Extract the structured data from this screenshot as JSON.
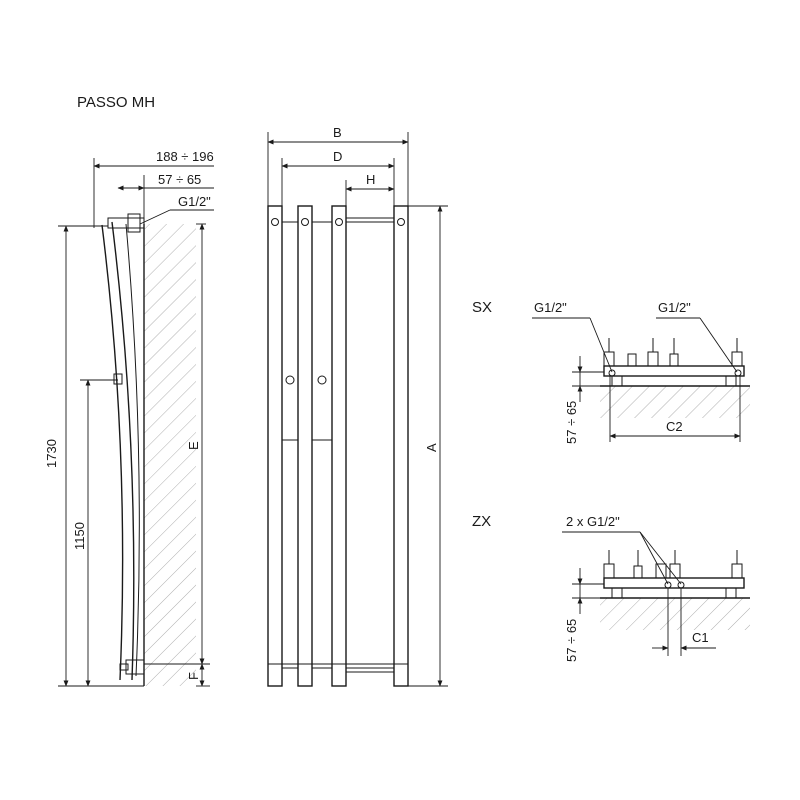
{
  "title": "PASSO MH",
  "side_view": {
    "dim_top_1": "188 ÷ 196",
    "dim_top_2": "57 ÷ 65",
    "connection": "G1/2\"",
    "height_total": "1730",
    "height_mount": "1150",
    "label_e": "E",
    "label_f": "F"
  },
  "front_view": {
    "label_b": "B",
    "label_d": "D",
    "label_h": "H",
    "label_a": "A"
  },
  "sx_view": {
    "tag": "SX",
    "conn_left": "G1/2\"",
    "conn_right": "G1/2\"",
    "depth": "57 ÷ 65",
    "label_c2": "C2"
  },
  "zx_view": {
    "tag": "ZX",
    "conn": "2 x G1/2\"",
    "depth": "57 ÷ 65",
    "label_c1": "C1"
  }
}
